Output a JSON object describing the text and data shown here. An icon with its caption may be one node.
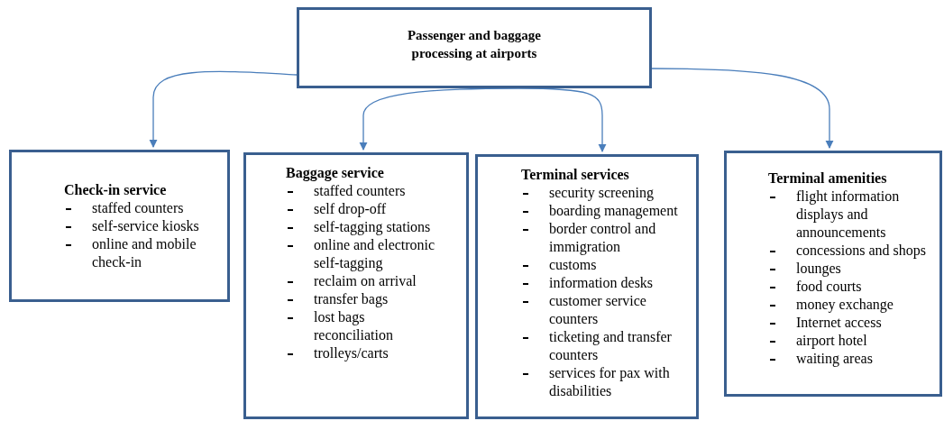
{
  "diagram": {
    "nodes": [
      {
        "text": [
          "Passenger and baggage processing at airports"
        ]
      },
      {
        "text": [
          "Check-in service",
          "staffed counters",
          "self-service kiosks",
          "online and mobile check-in"
        ]
      },
      {
        "text": [
          "Baggage service",
          "staffed counters",
          "self drop-off",
          "self-tagging stations",
          "online and electronic self-tagging",
          "reclaim on arrival",
          "transfer bags",
          "lost bags reconciliation",
          "trolleys/carts"
        ]
      },
      {
        "text": [
          "Terminal services",
          "security screening",
          "boarding management",
          "border control and immigration",
          "customs",
          "information desks",
          "customer service counters",
          "ticketing and transfer counters",
          "services for pax with disabilities"
        ]
      },
      {
        "text": [
          "Terminal amenities",
          "flight information displays and announcements",
          "concessions and shops",
          "lounges",
          "food courts",
          "money exchange",
          "Internet access",
          "airport hotel",
          "waiting areas"
        ]
      }
    ],
    "edges": [
      {
        "from": 0,
        "to": 1,
        "arrow": "to"
      },
      {
        "from": 0,
        "to": 2,
        "arrow": "to"
      },
      {
        "from": 0,
        "to": 3,
        "arrow": "to"
      },
      {
        "from": 0,
        "to": 4,
        "arrow": "to"
      }
    ]
  }
}
